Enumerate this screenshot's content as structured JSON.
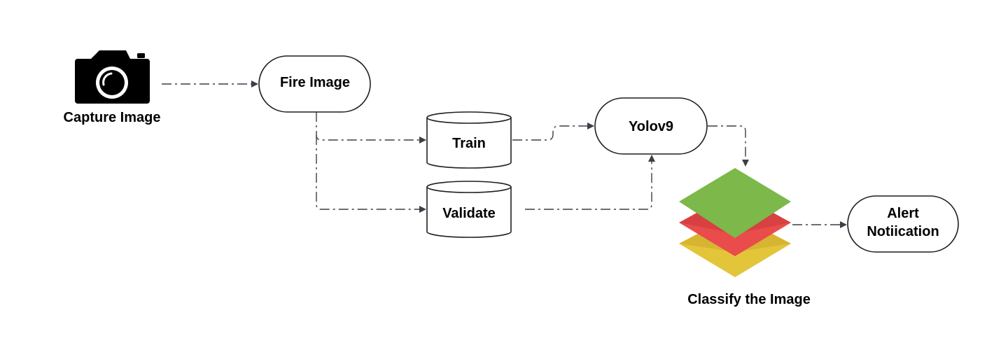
{
  "nodes": {
    "capture": {
      "label": "Capture Image",
      "icon": "camera-icon"
    },
    "fire_image": {
      "label": "Fire Image"
    },
    "train": {
      "label": "Train"
    },
    "validate": {
      "label": "Validate"
    },
    "yolov9": {
      "label": "Yolov9"
    },
    "classify": {
      "label": "Classify the Image",
      "icon": "layers-icon"
    },
    "alert": {
      "label_line1": "Alert",
      "label_line2": "Notiication"
    }
  },
  "colors": {
    "edge": "#3b3f47",
    "layer_top": "#7cb84a",
    "layer_middle": "#ea4b4b",
    "layer_bottom": "#e3c53a",
    "icon": "#000000"
  }
}
